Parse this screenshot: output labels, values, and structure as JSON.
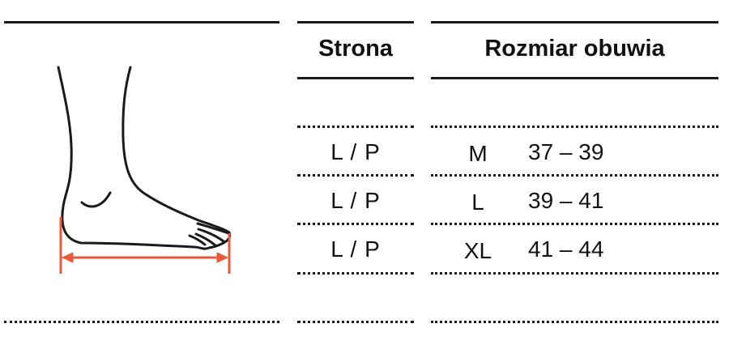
{
  "headers": {
    "side": "Strona",
    "shoe_size": "Rozmiar obuwia"
  },
  "rows": [
    {
      "side": "L / P",
      "size": "M",
      "range": "37 – 39"
    },
    {
      "side": "L / P",
      "size": "L",
      "range": "39 – 41"
    },
    {
      "side": "L / P",
      "size": "XL",
      "range": "41 – 44"
    }
  ],
  "colors": {
    "measure": "#e85a3c",
    "line": "#1a1a1a"
  }
}
